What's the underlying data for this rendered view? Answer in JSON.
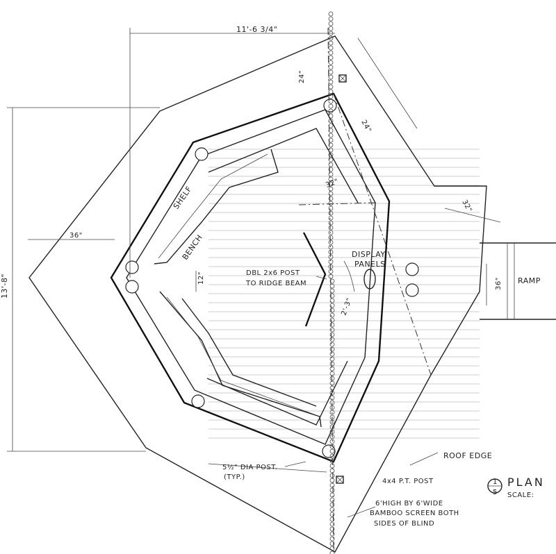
{
  "dimensions": {
    "overall_width": "11'-6 3/4\"",
    "overall_depth": "13'-8\"",
    "d24_top": "24\"",
    "d24_right": "24\"",
    "d32_inner": "32\"",
    "d32_right": "32\"",
    "d36_left": "36\"",
    "d12_gap": "12\"",
    "d36_ramp": "36\"",
    "d2_3": "2'-3\""
  },
  "labels": {
    "shelf": "SHELF",
    "bench": "BENCH",
    "display_panels_1": "DISPLAY",
    "display_panels_2": "PANELS",
    "dbl_post_1": "DBL 2x6 POST",
    "dbl_post_2": "TO RIDGE BEAM",
    "ramp": "RAMP",
    "roof_edge": "ROOF EDGE",
    "post_size": "4x4 P.T. POST",
    "dia_post_1": "5½\" DIA POST.",
    "dia_post_2": "(TYP.)",
    "bamboo_1": "6'HIGH BY 6'WIDE",
    "bamboo_2": "BAMBOO SCREEN BOTH",
    "bamboo_3": "SIDES OF BLIND",
    "plan_title": "PLAN",
    "scale_label": "SCALE:",
    "sheet_num": "1",
    "sheet_ref": "5"
  }
}
